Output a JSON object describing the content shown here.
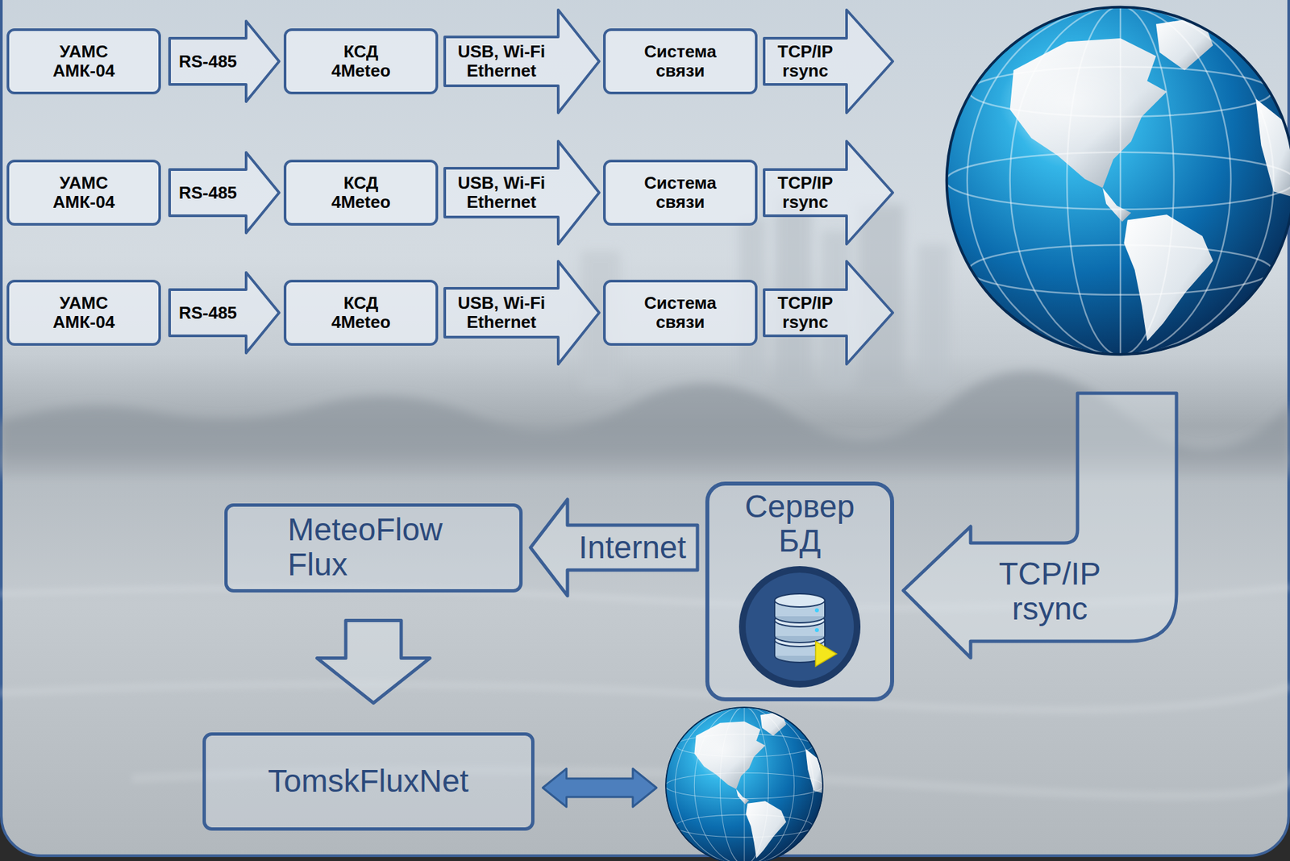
{
  "diagram": {
    "nodes": [
      {
        "text": [
          "УАМС АМК-04"
        ]
      },
      {
        "text": [
          "КСД 4Meteo"
        ]
      },
      {
        "text": [
          "Система связи"
        ]
      },
      {
        "text": [
          "УАМС АМК-04"
        ]
      },
      {
        "text": [
          "КСД 4Meteo"
        ]
      },
      {
        "text": [
          "Система связи"
        ]
      },
      {
        "text": [
          "УАМС АМК-04"
        ]
      },
      {
        "text": [
          "КСД 4Meteo"
        ]
      },
      {
        "text": [
          "Система связи"
        ]
      },
      {
        "text": [
          "Сервер БД"
        ]
      },
      {
        "text": [
          "MeteoFlow Flux"
        ]
      },
      {
        "text": [
          "TomskFluxNet"
        ]
      }
    ],
    "edges": [
      {
        "from": 0,
        "to": 1,
        "label": "RS-485",
        "arrow": "to"
      },
      {
        "from": 1,
        "to": 2,
        "label": "USB, Wi-Fi Ethernet",
        "arrow": "to"
      },
      {
        "from": 3,
        "to": 4,
        "label": "RS-485",
        "arrow": "to"
      },
      {
        "from": 4,
        "to": 5,
        "label": "USB, Wi-Fi Ethernet",
        "arrow": "to"
      },
      {
        "from": 6,
        "to": 7,
        "label": "RS-485",
        "arrow": "to"
      },
      {
        "from": 7,
        "to": 8,
        "label": "USB, Wi-Fi Ethernet",
        "arrow": "to"
      },
      {
        "from": 9,
        "to": 10,
        "label": "Internet",
        "arrow": "to"
      },
      {
        "from": 10,
        "to": 11,
        "arrow": "to"
      }
    ],
    "labels": [
      "TCP/IP rsync",
      "TCP/IP rsync",
      "TCP/IP rsync",
      "TCP/IP rsync"
    ]
  }
}
